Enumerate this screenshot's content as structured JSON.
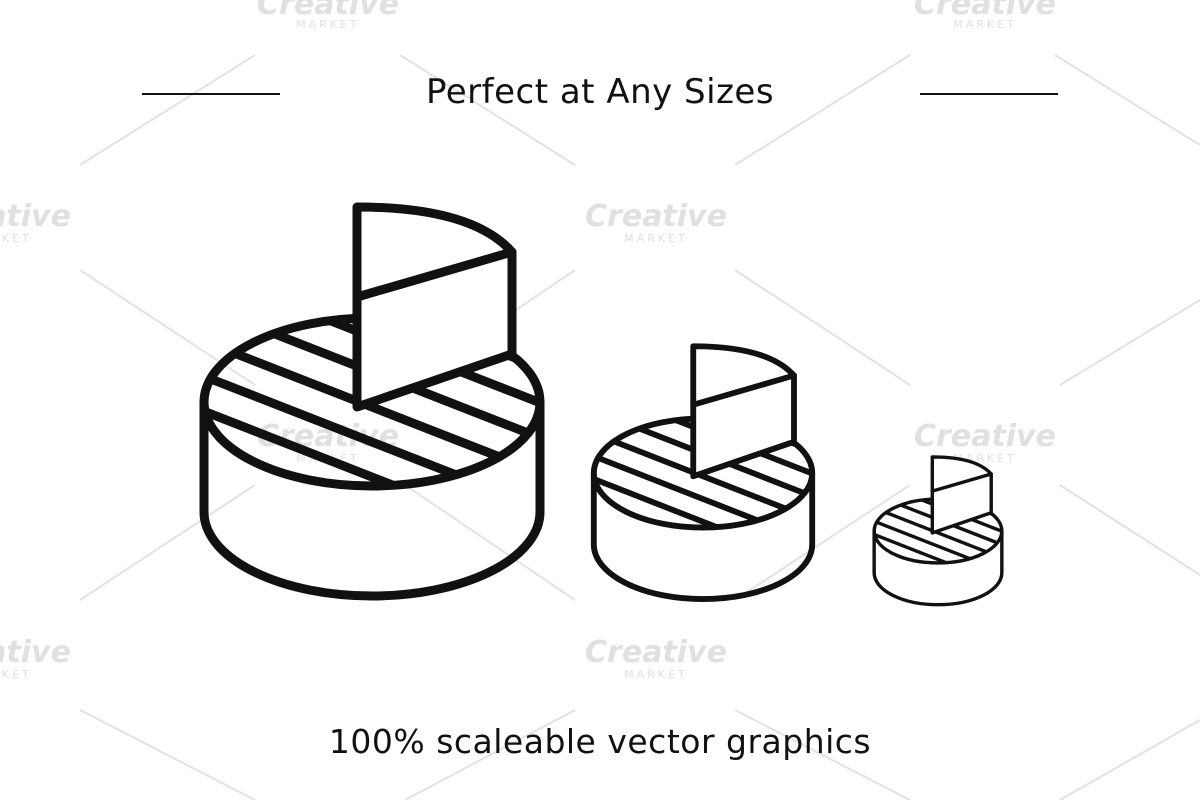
{
  "heading": "Perfect at Any Sizes",
  "caption": "100% scaleable vector graphics",
  "watermark": {
    "line1": "Creative",
    "line2": "MARKET"
  },
  "colors": {
    "ink": "#111111",
    "background": "#ffffff",
    "watermark": "#d6d6d6"
  },
  "illustration": {
    "subject": "cheese-wheel-icon",
    "variants": [
      "large",
      "medium",
      "small"
    ]
  }
}
